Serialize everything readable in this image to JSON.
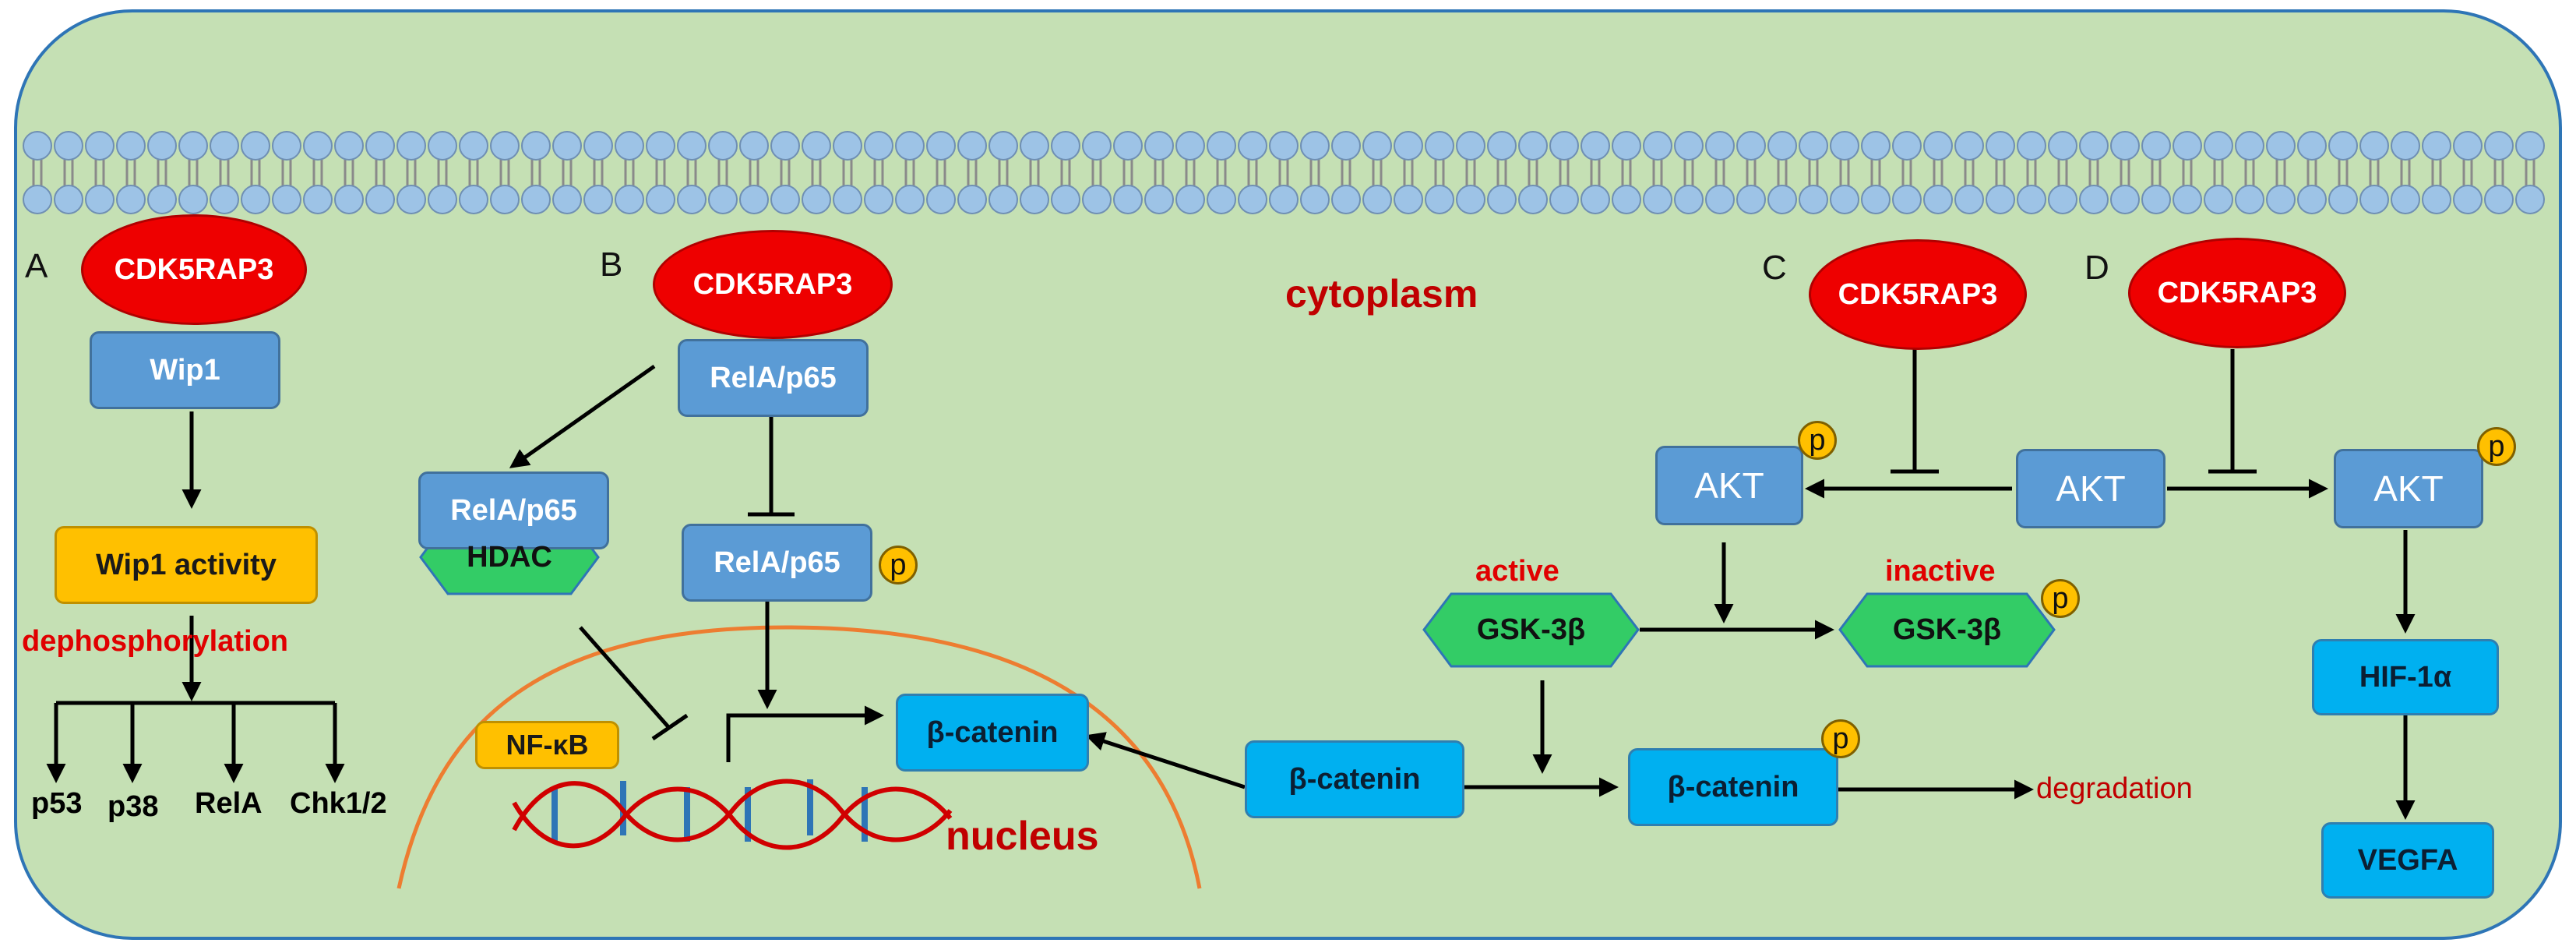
{
  "colors": {
    "cell_fill": "#c5e0b4",
    "cell_border": "#2e75b6",
    "membrane_head": "#9dc3e6",
    "red_node": "#ee0000",
    "blue_node": "#5b9bd5",
    "cyan_node": "#00b0f0",
    "green_hex": "#33cc66",
    "gold": "#ffc000",
    "nucleus_line": "#ed7d31",
    "dna_red": "#d00000",
    "dna_rungs": "#2e75b6"
  },
  "labels": {
    "cytoplasm": "cytoplasm",
    "nucleus": "nucleus",
    "degradation": "degradation",
    "dephosphorylation": "dephosphorylation",
    "active": "active",
    "inactive": "inactive"
  },
  "panels": {
    "a": "A",
    "b": "B",
    "c": "C",
    "d": "D"
  },
  "nodes": {
    "cdk_a": "CDK5RAP3",
    "cdk_b": "CDK5RAP3",
    "cdk_c": "CDK5RAP3",
    "cdk_d": "CDK5RAP3",
    "wip1": "Wip1",
    "wip1_activity": "Wip1 activity",
    "rela_b_top": "RelA/p65",
    "rela_b_left": "RelA/p65",
    "rela_b_right": "RelA/p65",
    "hdac": "HDAC",
    "nfkb": "NF-κB",
    "beta_catenin_nucleus": "β-catenin",
    "beta_catenin_cyto": "β-catenin",
    "beta_catenin_p": "β-catenin",
    "akt_c": "AKT",
    "akt_mid": "AKT",
    "akt_d": "AKT",
    "gsk_active": "GSK-3β",
    "gsk_inactive": "GSK-3β",
    "hif1a": "HIF-1α",
    "vegfa": "VEGFA"
  },
  "targets": [
    "p53",
    "p38",
    "RelA",
    "Chk1/2"
  ],
  "phospho_label": "p"
}
